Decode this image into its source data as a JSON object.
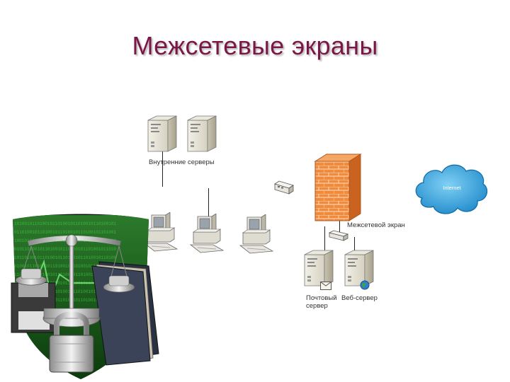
{
  "title": "Межсетевые экраны",
  "diagram": {
    "internal_servers_label": "Внутренние серверы",
    "firewall_label": "Межсетевой экран",
    "internet_label": "Internet",
    "mail_server_label": "Почтовый\nсервер",
    "web_server_label": "Веб-сервер"
  },
  "colors": {
    "title": "#7a1747",
    "firewall": "#f08a3c",
    "cloud": "#2f9fd8",
    "shield": "#1e5a1e",
    "matrix_text": "#3fd23f"
  },
  "icons": [
    "server-icon",
    "workstation-icon",
    "hub-icon",
    "firewall-icon",
    "cloud-icon",
    "security-shield-illustration"
  ]
}
